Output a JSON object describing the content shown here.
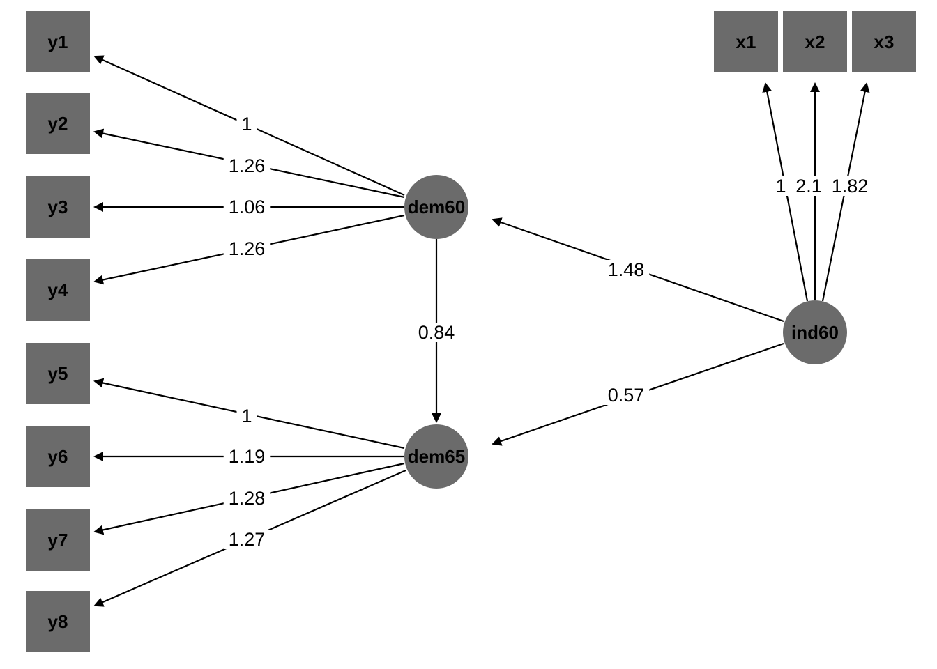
{
  "diagram": {
    "colors": {
      "node_fill": "#6b6b6b",
      "edge": "#000000",
      "label_bg": "#ffffff"
    },
    "observed": [
      {
        "id": "y1",
        "label": "y1"
      },
      {
        "id": "y2",
        "label": "y2"
      },
      {
        "id": "y3",
        "label": "y3"
      },
      {
        "id": "y4",
        "label": "y4"
      },
      {
        "id": "y5",
        "label": "y5"
      },
      {
        "id": "y6",
        "label": "y6"
      },
      {
        "id": "y7",
        "label": "y7"
      },
      {
        "id": "y8",
        "label": "y8"
      },
      {
        "id": "x1",
        "label": "x1"
      },
      {
        "id": "x2",
        "label": "x2"
      },
      {
        "id": "x3",
        "label": "x3"
      }
    ],
    "latent": [
      {
        "id": "dem60",
        "label": "dem60"
      },
      {
        "id": "dem65",
        "label": "dem65"
      },
      {
        "id": "ind60",
        "label": "ind60"
      }
    ],
    "edges": [
      {
        "from": "dem60",
        "to": "y1",
        "label": "1"
      },
      {
        "from": "dem60",
        "to": "y2",
        "label": "1.26"
      },
      {
        "from": "dem60",
        "to": "y3",
        "label": "1.06"
      },
      {
        "from": "dem60",
        "to": "y4",
        "label": "1.26"
      },
      {
        "from": "dem65",
        "to": "y5",
        "label": "1"
      },
      {
        "from": "dem65",
        "to": "y6",
        "label": "1.19"
      },
      {
        "from": "dem65",
        "to": "y7",
        "label": "1.28"
      },
      {
        "from": "dem65",
        "to": "y8",
        "label": "1.27"
      },
      {
        "from": "ind60",
        "to": "x1",
        "label": "1"
      },
      {
        "from": "ind60",
        "to": "x2",
        "label": "2.1"
      },
      {
        "from": "ind60",
        "to": "x3",
        "label": "1.82"
      },
      {
        "from": "dem60",
        "to": "dem65",
        "label": "0.84"
      },
      {
        "from": "ind60",
        "to": "dem60",
        "label": "1.48"
      },
      {
        "from": "ind60",
        "to": "dem65",
        "label": "0.57"
      }
    ]
  }
}
